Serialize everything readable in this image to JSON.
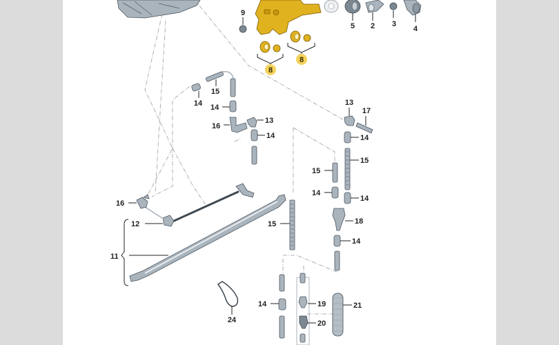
{
  "diagram": {
    "title": "Headlight washer system exploded parts diagram",
    "accent_color": "#f3d35b",
    "labels": {
      "p9": "9",
      "p5": "5",
      "p2": "2",
      "p3": "3",
      "p4": "4",
      "p8a": "8",
      "p8b": "8",
      "p15a": "15",
      "p14a": "14",
      "p14b": "14",
      "p16a": "16",
      "p13a": "13",
      "p14c": "14",
      "p13b": "13",
      "p17": "17",
      "p14d": "14",
      "p15b": "15",
      "p15c": "15",
      "p14e": "14",
      "p14f": "14",
      "p16b": "16",
      "p12": "12",
      "p11": "11",
      "p15d": "15",
      "p18": "18",
      "p14g": "14",
      "p14h": "14",
      "p19": "19",
      "p20": "20",
      "p21": "21",
      "p24": "24"
    },
    "highlighted_parts": [
      "8"
    ]
  }
}
